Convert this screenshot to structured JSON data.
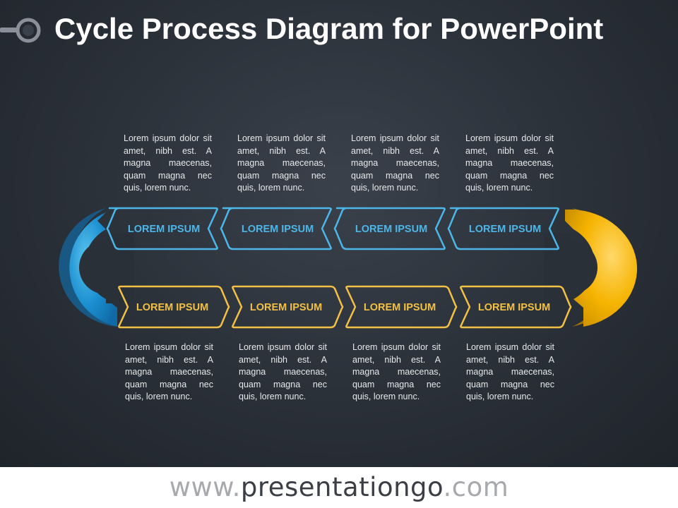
{
  "title": "Cycle Process Diagram for PowerPoint",
  "colors": {
    "blue": "#4db6e8",
    "blue_fill": "#1b8fd0",
    "yellow": "#f2c044",
    "yellow_fill": "#f6b400",
    "background": "#2a3038"
  },
  "top_row": {
    "steps": [
      {
        "label": "LOREM IPSUM",
        "text": "Lorem ipsum dolor sit amet, nibh est. A magna maecenas, quam magna nec quis, lorem nunc."
      },
      {
        "label": "LOREM IPSUM",
        "text": "Lorem ipsum dolor sit amet, nibh est. A magna maecenas, quam magna nec quis, lorem nunc."
      },
      {
        "label": "LOREM IPSUM",
        "text": "Lorem ipsum dolor sit amet, nibh est. A magna maecenas, quam magna nec quis, lorem nunc."
      },
      {
        "label": "LOREM IPSUM",
        "text": "Lorem ipsum dolor sit amet, nibh est. A magna maecenas, quam magna nec quis, lorem nunc."
      }
    ]
  },
  "bottom_row": {
    "steps": [
      {
        "label": "LOREM IPSUM",
        "text": "Lorem ipsum dolor sit amet, nibh est. A magna maecenas, quam magna nec quis, lorem nunc."
      },
      {
        "label": "LOREM IPSUM",
        "text": "Lorem ipsum dolor sit amet, nibh est. A magna maecenas, quam magna nec quis, lorem nunc."
      },
      {
        "label": "LOREM IPSUM",
        "text": "Lorem ipsum dolor sit amet, nibh est. A magna maecenas, quam magna nec quis, lorem nunc."
      },
      {
        "label": "LOREM IPSUM",
        "text": "Lorem ipsum dolor sit amet, nibh est. A magna maecenas, quam magna nec quis, lorem nunc."
      }
    ]
  },
  "footer": {
    "prefix": "www.",
    "brand": "presentationgo",
    "suffix": ".com"
  }
}
